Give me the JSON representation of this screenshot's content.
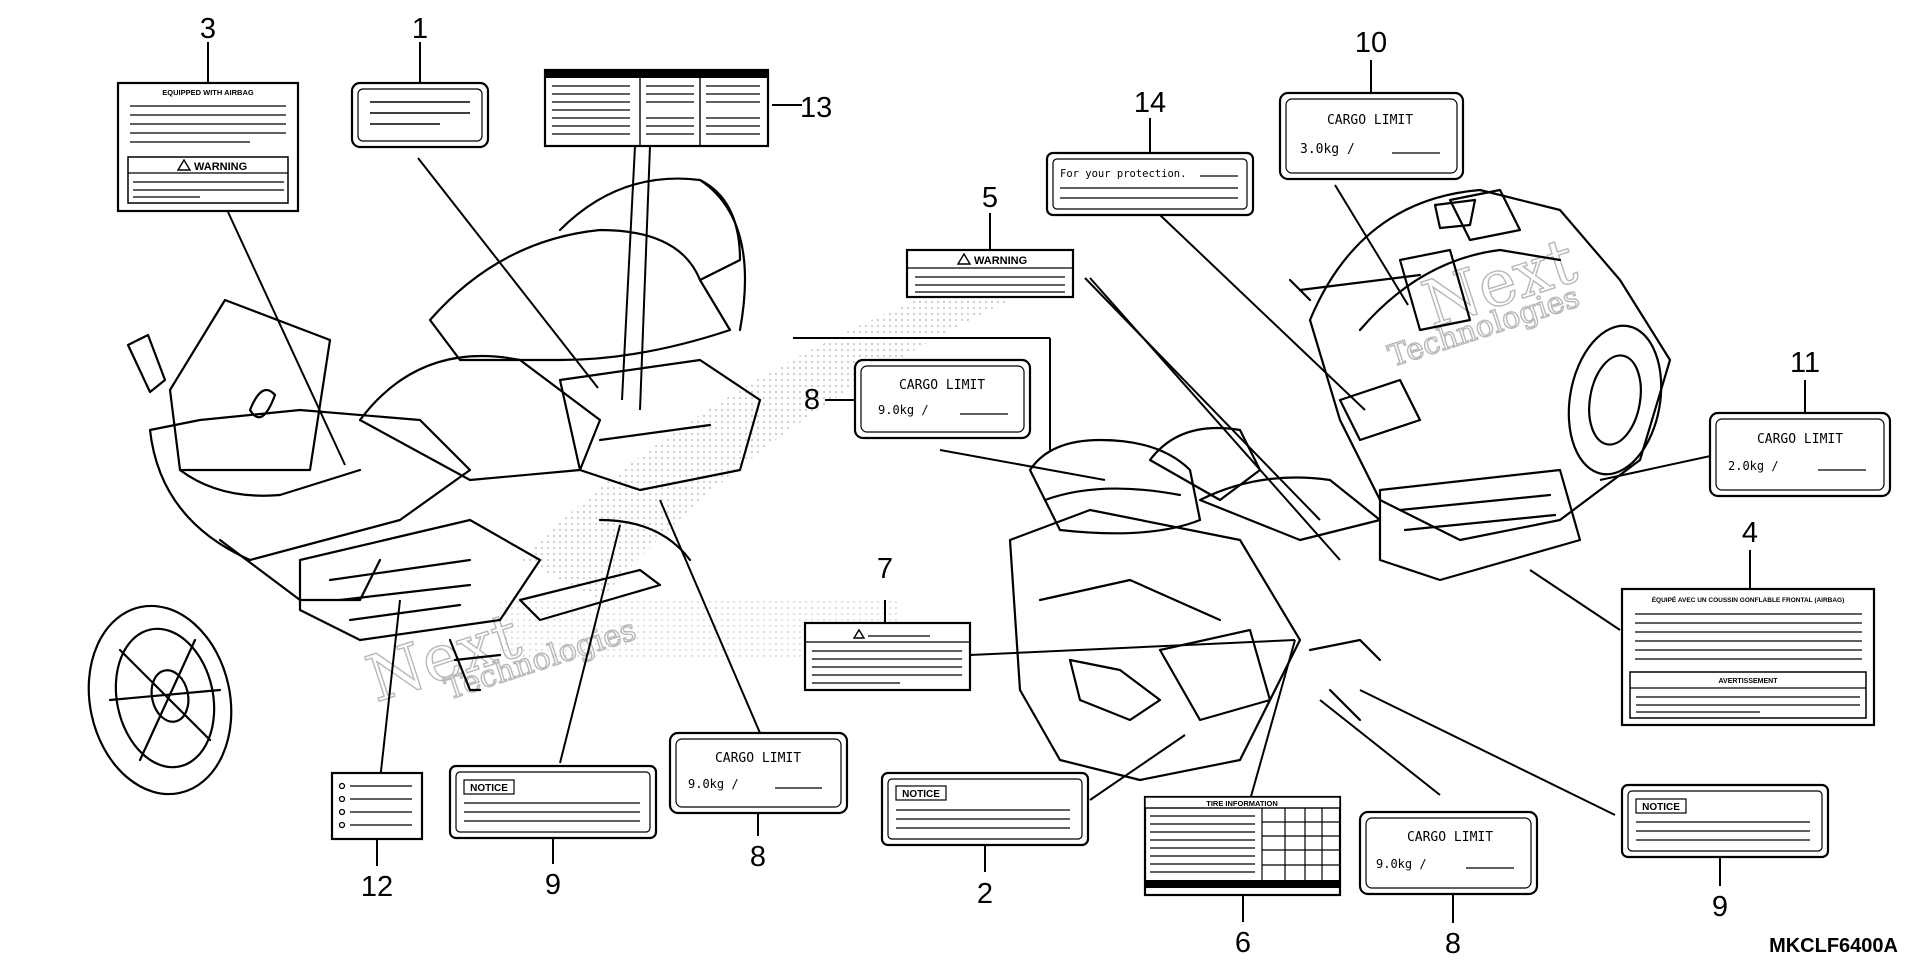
{
  "diagram_code": "MKCLF6400A",
  "watermark": {
    "line1": "Next",
    "line2": "Technologies"
  },
  "callouts": {
    "c1": "1",
    "c2": "2",
    "c3": "3",
    "c4": "4",
    "c5": "5",
    "c6": "6",
    "c7": "7",
    "c8a": "8",
    "c8b": "8",
    "c8c": "8",
    "c9a": "9",
    "c9b": "9",
    "c10": "10",
    "c11": "11",
    "c12": "12",
    "c13": "13",
    "c14": "14"
  },
  "labels": {
    "airbag_header": "EQUIPPED WITH AIRBAG",
    "warning": "WARNING",
    "notice": "NOTICE",
    "cargo_limit": "CARGO LIMIT",
    "cargo_9kg": "9.0kg /",
    "cargo_3kg": "3.0kg /",
    "cargo_2kg": "2.0kg /",
    "protection": "For your protection.",
    "tire_information": "TIRE INFORMATION",
    "french_header": "ÉQUIPÉ AVEC UN COUSSIN GONFLABLE FRONTAL (AIRBAG)",
    "avertissement": "AVERTISSEMENT"
  }
}
